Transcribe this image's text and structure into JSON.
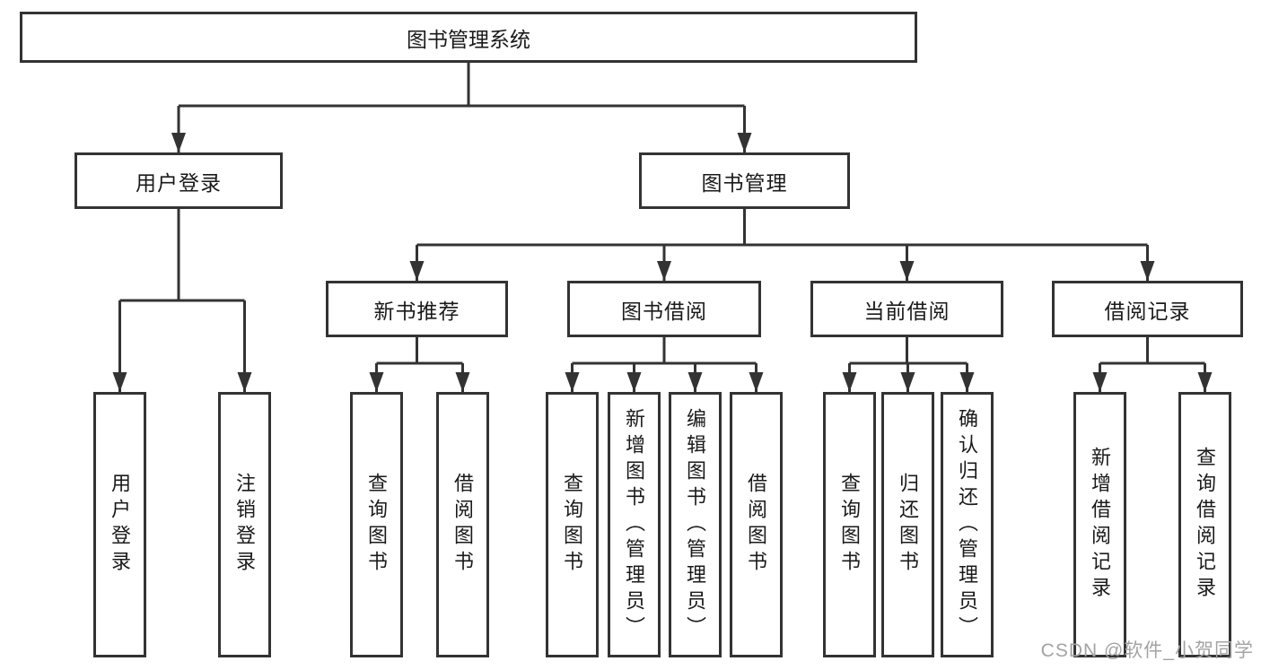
{
  "diagram": {
    "watermark": "CSDN @软件_小贺同学",
    "colors": {
      "line": "#333333",
      "text": "#1a1a1a",
      "watermark": "#a3a3a3",
      "background": "#ffffff"
    },
    "tree": {
      "label": "图书管理系统",
      "children": [
        {
          "label": "用户登录",
          "children": [
            {
              "label": "用户登录"
            },
            {
              "label": "注销登录"
            }
          ]
        },
        {
          "label": "图书管理",
          "children": [
            {
              "label": "新书推荐",
              "children": [
                {
                  "label": "查询图书"
                },
                {
                  "label": "借阅图书"
                }
              ]
            },
            {
              "label": "图书借阅",
              "children": [
                {
                  "label": "查询图书"
                },
                {
                  "label": "新增图书（管理员）"
                },
                {
                  "label": "编辑图书（管理员）"
                },
                {
                  "label": "借阅图书"
                }
              ]
            },
            {
              "label": "当前借阅",
              "children": [
                {
                  "label": "查询图书"
                },
                {
                  "label": "归还图书"
                },
                {
                  "label": "确认归还（管理员）"
                }
              ]
            },
            {
              "label": "借阅记录",
              "children": [
                {
                  "label": "新增借阅记录"
                },
                {
                  "label": "查询借阅记录"
                }
              ]
            }
          ]
        }
      ]
    }
  }
}
